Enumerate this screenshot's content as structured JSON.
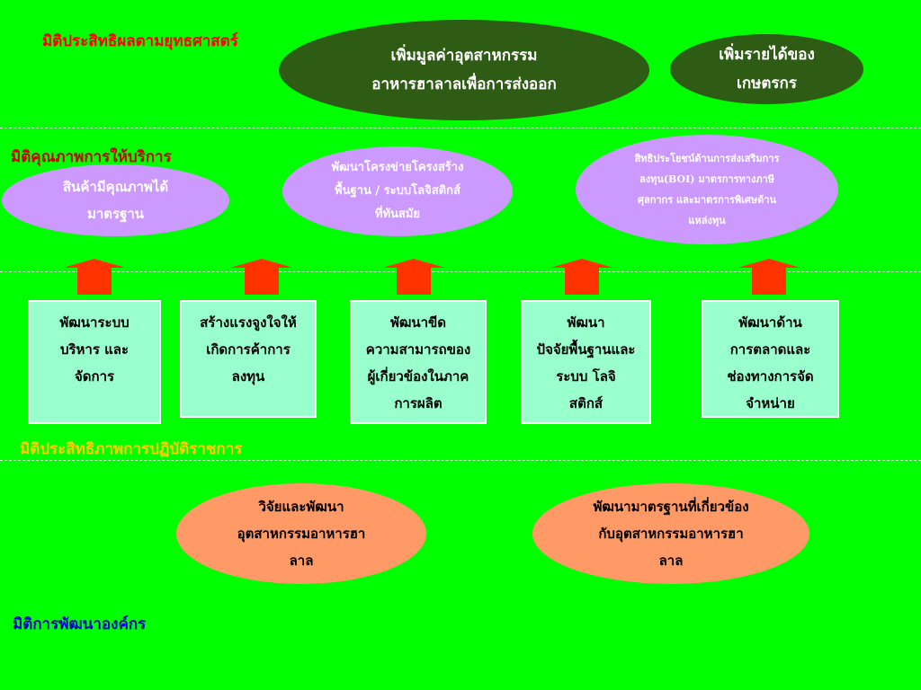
{
  "section_labels": {
    "strategy": "มิติประสิทธิผลตามยุทธศาสตร์",
    "service_quality": "มิติคุณภาพการให้บริการ",
    "efficiency": "มิติประสิทธิภาพการปฏิบัติราชการ",
    "org_development": "มิติการพัฒนาองค์กร"
  },
  "strategy_goals": [
    {
      "text": "เพิ่มมูลค่าอุตสาหกรรม\nอาหารฮาลาลเพื่อการส่งออก"
    },
    {
      "text": "เพิ่มรายได้ของ\nเกษตรกร"
    }
  ],
  "service_goals": [
    {
      "text": "สินค้ามีคุณภาพได้\nมาตรฐาน"
    },
    {
      "text": "พัฒนาโครงข่ายโครงสร้าง\nพื้นฐาน / ระบบโลจิสติกส์\nที่ทันสมัย"
    },
    {
      "text": "สิทธิประโยชน์ด้านการส่งเสริมการ\nลงทุน(BOI) มาตรการทางภาษี\nศุลกากร และมาตรการพิเศษด้าน\nแหล่งทุน"
    }
  ],
  "process_boxes": [
    {
      "text": "พัฒนาระบบ\nบริหาร และ\nจัดการ"
    },
    {
      "text": "สร้างแรงจูงใจให้\nเกิดการค้าการ\nลงทุน"
    },
    {
      "text": "พัฒนาขีด\nความสามารถของ\nผู้เกี่ยวข้องในภาค\nการผลิต"
    },
    {
      "text": "พัฒนา\nปัจจัยพื้นฐานและ\nระบบ     โลจิ\nสติกส์"
    },
    {
      "text": "พัฒนาด้าน\nการตลาดและ\nช่องทางการจัด\nจำหน่าย"
    }
  ],
  "org_goals": [
    {
      "text": "วิจัยและพัฒนา\nอุตสาหกรรมอาหารฮา\nลาล"
    },
    {
      "text": "พัฒนามาตรฐานที่เกี่ยวข้อง\nกับอุตสาหกรรมอาหารฮา\nลาล"
    }
  ],
  "colors": {
    "background": "#00ff00",
    "strategy_label": "#ff0000",
    "service_label": "#cc0000",
    "efficiency_label": "#ffcc00",
    "org_label": "#0000cc",
    "arrow": "#ff3300"
  }
}
